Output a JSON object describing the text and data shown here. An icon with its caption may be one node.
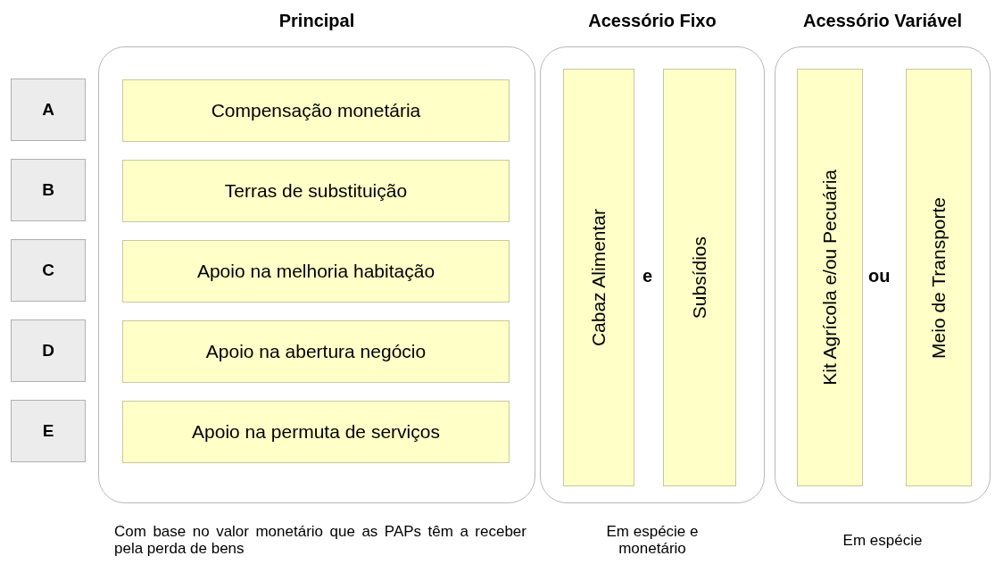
{
  "diagram": {
    "nodes": [
      {
        "text": [
          "A"
        ]
      },
      {
        "text": [
          "B"
        ]
      },
      {
        "text": [
          "C"
        ]
      },
      {
        "text": [
          "D"
        ]
      },
      {
        "text": [
          "E"
        ]
      },
      {
        "text": [
          "Principal"
        ],
        "beside": [
          "Com base no valor monetário que as PAPs têm a receber pela perda de bens"
        ]
      },
      {
        "text": [
          "Compensação monetária"
        ],
        "in": 5
      },
      {
        "text": [
          "Terras de substituição"
        ],
        "in": 5
      },
      {
        "text": [
          "Apoio na melhoria habitação"
        ],
        "in": 5
      },
      {
        "text": [
          "Apoio na abertura negócio"
        ],
        "in": 5
      },
      {
        "text": [
          "Apoio na permuta de serviços"
        ],
        "in": 5
      },
      {
        "text": [
          "Acessório Fixo"
        ],
        "beside": [
          "Em espécie e monetário"
        ]
      },
      {
        "text": [
          "Cabaz Alimentar"
        ],
        "in": 11
      },
      {
        "text": [
          "Subsídios"
        ],
        "in": 11
      },
      {
        "text": [
          "Acessório Variável"
        ],
        "beside": [
          "Em espécie"
        ]
      },
      {
        "text": [
          "Kit Agrícola e/ou Pecuária"
        ],
        "in": 14
      },
      {
        "text": [
          "Meio de Transporte"
        ],
        "in": 14
      }
    ],
    "edges": [],
    "labels": [
      "e",
      "ou"
    ]
  }
}
